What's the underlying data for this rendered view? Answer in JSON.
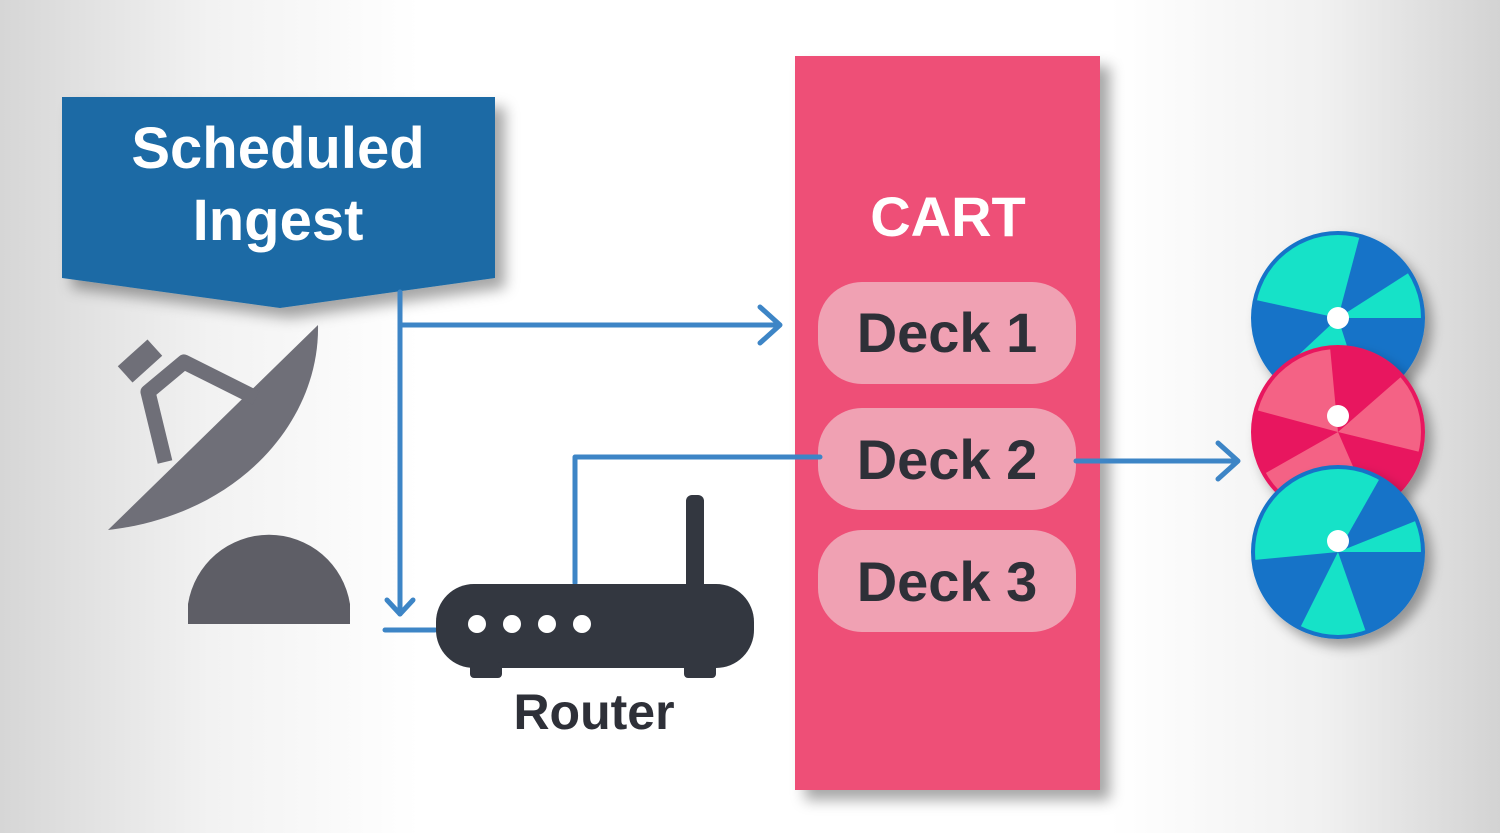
{
  "ingest": {
    "line1": "Scheduled",
    "line2": "Ingest"
  },
  "cart": {
    "title": "CART",
    "decks": [
      {
        "label": "Deck 1"
      },
      {
        "label": "Deck 2"
      },
      {
        "label": "Deck 3"
      }
    ]
  },
  "router": {
    "label": "Router"
  },
  "colors": {
    "ingest_box": "#1a6aa5",
    "cart_panel": "#ee4f77",
    "deck_pill": "#f0a1b3",
    "arrows": "#3d85c6",
    "device_dark": "#333740",
    "dish_gray": "#6f6f78",
    "disc_teal": "#12e2c8",
    "disc_blue": "#1773c8",
    "disc_pink": "#f46285",
    "disc_crimson": "#e8185e"
  },
  "icons": [
    "satellite-dish-icon",
    "router-icon",
    "disc-icon"
  ]
}
